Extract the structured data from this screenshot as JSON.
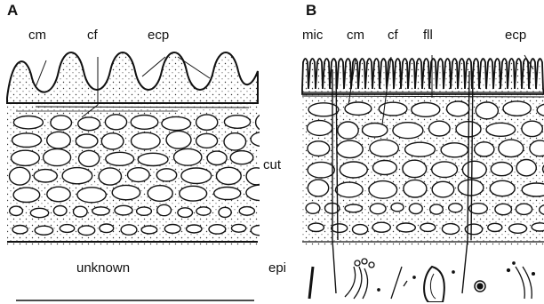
{
  "panel_a": {
    "letter": "A",
    "labels": {
      "cm": "cm",
      "cf": "cf",
      "ecp": "ecp"
    },
    "bottom_label": "unknown"
  },
  "panel_b": {
    "letter": "B",
    "labels": {
      "mic": "mic",
      "cm": "cm",
      "cf": "cf",
      "fll": "fll",
      "ecp": "ecp"
    }
  },
  "side_labels": {
    "cut": "cut",
    "epi": "epi"
  },
  "colors": {
    "ink": "#111111",
    "stipple": "#333333",
    "background": "#ffffff"
  }
}
